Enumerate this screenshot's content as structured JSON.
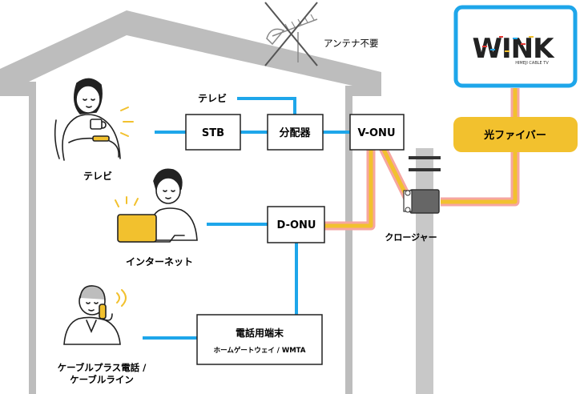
{
  "labels": {
    "antenna_unneeded": "アンテナ不要",
    "tv_top": "テレビ",
    "tv_person": "テレビ",
    "internet_person": "インターネット",
    "phone_person_line1": "ケーブルプラス電話 /",
    "phone_person_line2": "ケーブルライン",
    "closure": "クロージャー",
    "fiber": "光ファイバー"
  },
  "boxes": {
    "stb": "STB",
    "splitter": "分配器",
    "vonu": "V-ONU",
    "donu": "D-ONU",
    "phone_terminal_title": "電話用端末",
    "phone_terminal_sub": "ホームゲートウェイ / WMTA"
  },
  "logo": {
    "text": "WINK",
    "subtext": "HIMEJI CABLE TV"
  },
  "colors": {
    "blue_line": "#1EA6EA",
    "fiber_fill": "#F2C12E",
    "fiber_outline": "#F6A6A0",
    "house_gray": "#BDBDBD",
    "pole_gray": "#C8C8C8",
    "logo_frame": "#1EA6EA",
    "person_yellow": "#F2C12E"
  },
  "icons": {
    "antenna": "crossed-out-antenna-icon",
    "tv_person": "person-with-cup-icon",
    "internet_person": "person-with-laptop-icon",
    "phone_person": "person-on-phone-icon"
  }
}
